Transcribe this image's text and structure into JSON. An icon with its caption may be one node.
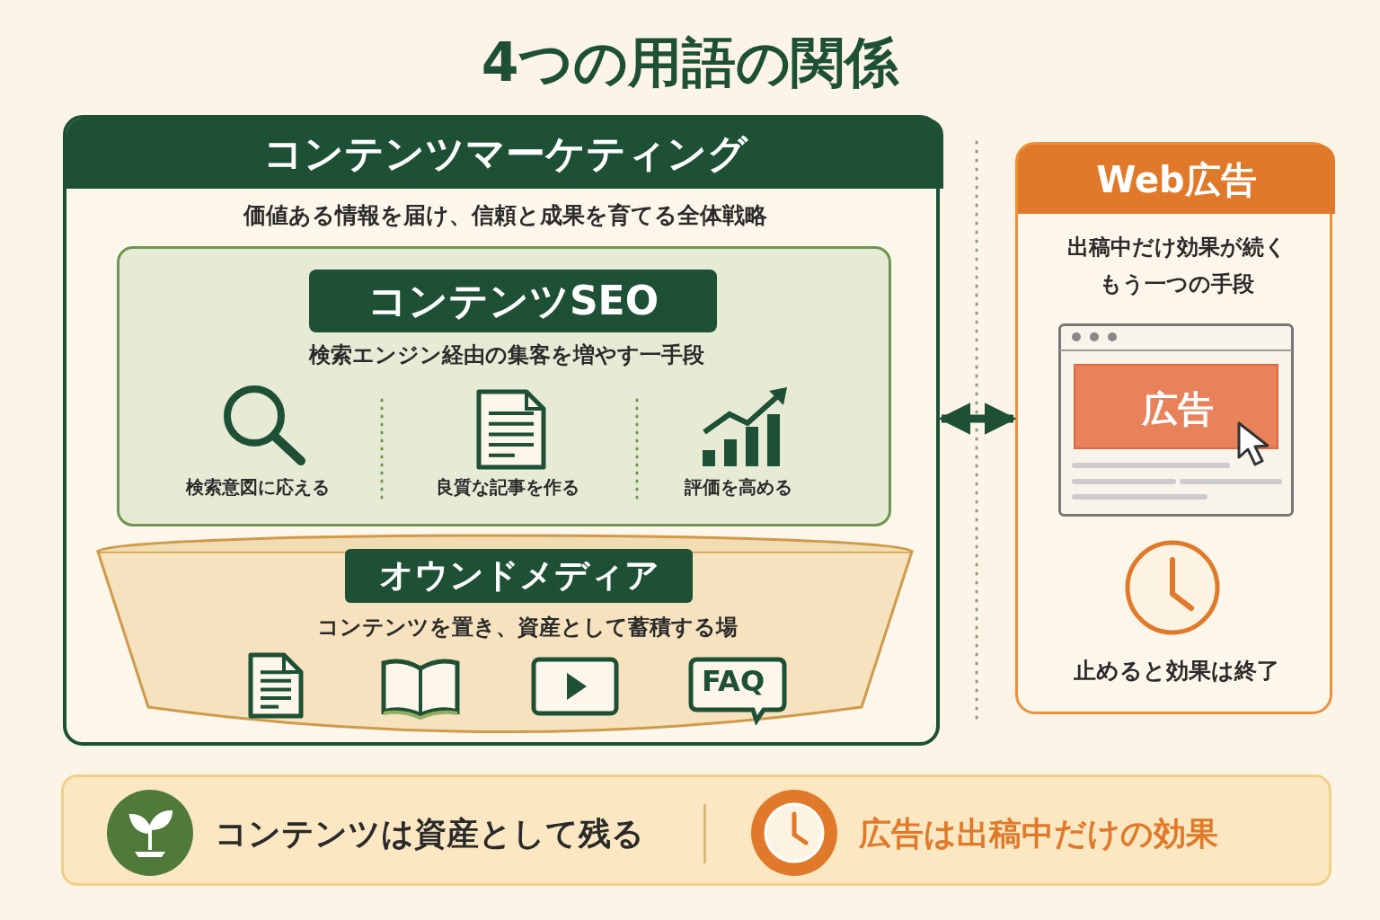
{
  "diagram": {
    "title": "4つの用語の関係",
    "nodes": [
      {
        "text": [
          "コンテンツマーケティング",
          "価値ある情報を届け、信頼と成果を育てる全体戦略"
        ]
      },
      {
        "text": [
          "コンテンツSEO",
          "検索エンジン経由の集客を増やす一手段"
        ],
        "in": 0
      },
      {
        "text": [
          "オウンドメディア",
          "コンテンツを置き、資産として蓄積する場"
        ],
        "in": 0
      },
      {
        "text": [
          "Web広告",
          "出稿中だけ効果が続くもう一つの手段",
          "止めると効果は終了"
        ]
      },
      {
        "text": [
          "広告"
        ],
        "in": 3
      },
      {
        "text": [
          "コンテンツは資産として残る",
          "広告は出稿中だけの効果"
        ]
      }
    ],
    "edges": [
      {
        "from": 0,
        "to": 3,
        "arrow": "both"
      }
    ],
    "labels": [
      "検索意図に応える",
      "良質な記事を作る",
      "評価を高める",
      "FAQ"
    ]
  }
}
